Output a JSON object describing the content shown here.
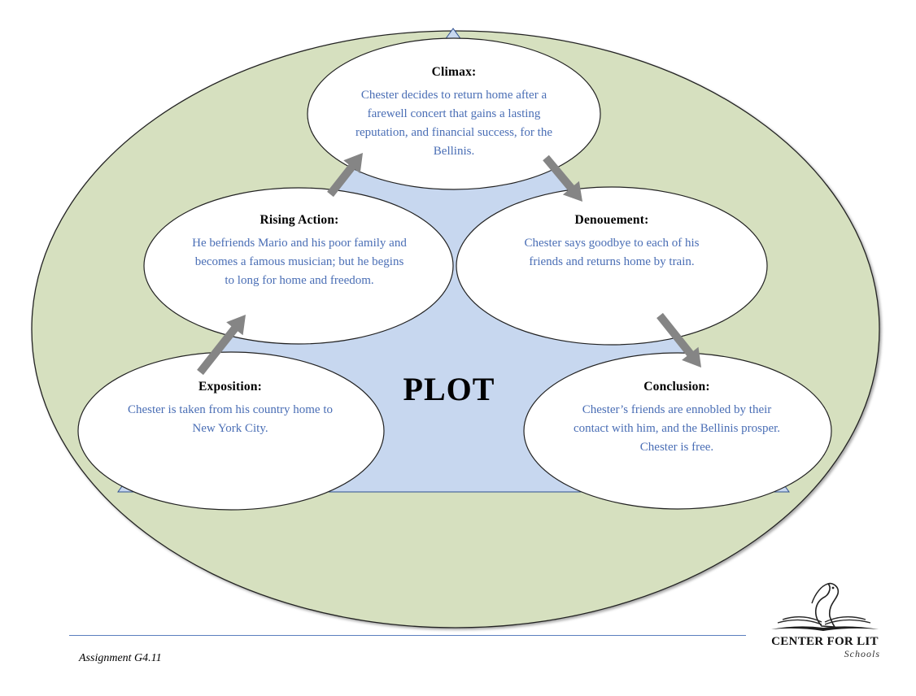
{
  "diagram": {
    "center_title": "PLOT",
    "nodes": {
      "climax": {
        "title": "Climax:",
        "text": "Chester decides to return home after a farewell concert that gains a lasting reputation, and financial success, for the Bellinis."
      },
      "rising_action": {
        "title": "Rising Action:",
        "text": "He befriends Mario and his poor family and becomes a famous musician; but he begins to long for home and freedom."
      },
      "denouement": {
        "title": "Denouement:",
        "text": "Chester says goodbye to each of his friends and returns home by train."
      },
      "exposition": {
        "title": "Exposition:",
        "text": "Chester is taken from his country home to New York City."
      },
      "conclusion": {
        "title": "Conclusion:",
        "text": "Chester’s friends are ennobled by their contact with him, and the Bellinis prosper. Chester is free."
      }
    },
    "colors": {
      "outer_ellipse": "#d6e0bf",
      "triangle": "#c7d7ef",
      "node_fill": "#ffffff",
      "arrow": "#858585",
      "node_text": "#4a6eb5"
    }
  },
  "footer": {
    "assignment": "Assignment G4.11",
    "logo_name": "CENTER FOR LIT",
    "logo_sub": "Schools",
    "logo_icon": "pelican-book-icon"
  }
}
